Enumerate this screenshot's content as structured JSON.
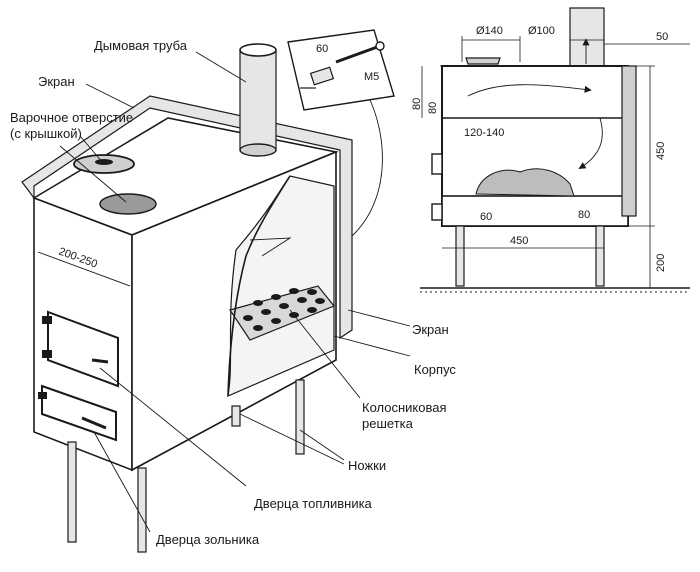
{
  "labels": {
    "chimney": "Дымовая труба",
    "screen_top": "Экран",
    "cooking_hole_line1": "Варочное отверстие",
    "cooking_hole_line2": "(с крышкой)",
    "screen_right": "Экран",
    "body": "Корпус",
    "grate_line1": "Колосниковая",
    "grate_line2": "решетка",
    "legs": "Ножки",
    "firebox_door": "Дверца топливника",
    "ash_door": "Дверца зольника"
  },
  "inset": {
    "dim_60": "60",
    "bolt": "M5"
  },
  "dimensions": {
    "width_front": "200-250",
    "d140": "Ø140",
    "d100": "Ø100",
    "pipe_offset": "50",
    "top_80": "80",
    "top_80b": "80",
    "h450": "450",
    "inner_120_140": "120-140",
    "ash_60": "60",
    "grate_80": "80",
    "length_450": "450",
    "leg_200": "200"
  },
  "colors": {
    "line": "#1a1a1a",
    "fill_grey": "#bdbdbd",
    "fill_light": "#e6e6e6"
  }
}
